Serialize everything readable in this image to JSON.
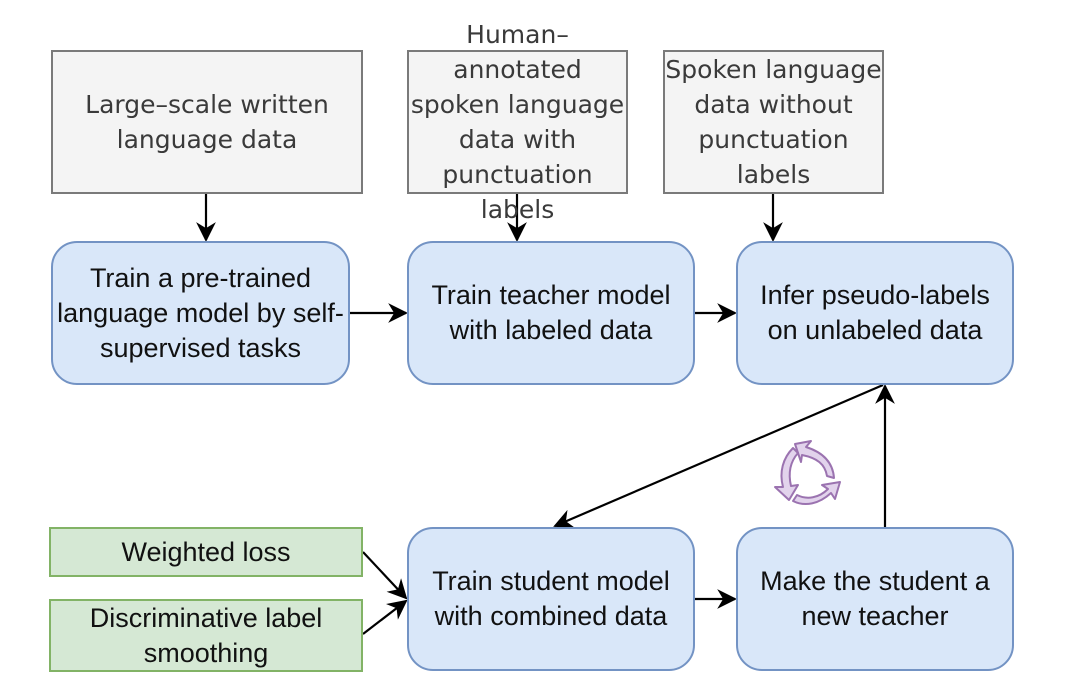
{
  "diagram": {
    "title": "Self-training pipeline for punctuation prediction",
    "colors": {
      "data_box_fill": "#f4f4f4",
      "data_box_border": "#7a7a7a",
      "process_box_fill": "#d9e7f9",
      "process_box_border": "#7393c4",
      "technique_box_fill": "#d5e8d4",
      "technique_box_border": "#82b366",
      "arrow": "#000000",
      "cycle_icon": "#9b73b0"
    },
    "data_sources": [
      {
        "id": "written-data",
        "label": "Large–scale written\nlanguage data"
      },
      {
        "id": "annotated-spoken-data",
        "label": "Human–annotated\nspoken language\ndata with\npunctuation labels"
      },
      {
        "id": "unlabeled-spoken-data",
        "label": "Spoken language\ndata without\npunctuation labels"
      }
    ],
    "process_steps": [
      {
        "id": "pretrain",
        "label": "Train a pre-trained\nlanguage model by self-\nsupervised tasks"
      },
      {
        "id": "train-teacher",
        "label": "Train teacher model\nwith labeled data"
      },
      {
        "id": "infer-pseudo-labels",
        "label": "Infer pseudo-labels\non unlabeled data"
      },
      {
        "id": "train-student",
        "label": "Train student model\nwith combined data"
      },
      {
        "id": "student-to-teacher",
        "label": "Make the student a\nnew teacher"
      }
    ],
    "techniques": [
      {
        "id": "weighted-loss",
        "label": "Weighted loss"
      },
      {
        "id": "label-smoothing",
        "label": "Discriminative label\nsmoothing"
      }
    ],
    "edges": [
      {
        "from": "written-data",
        "to": "pretrain"
      },
      {
        "from": "annotated-spoken-data",
        "to": "train-teacher"
      },
      {
        "from": "unlabeled-spoken-data",
        "to": "infer-pseudo-labels"
      },
      {
        "from": "pretrain",
        "to": "train-teacher"
      },
      {
        "from": "train-teacher",
        "to": "infer-pseudo-labels"
      },
      {
        "from": "infer-pseudo-labels",
        "to": "train-student"
      },
      {
        "from": "weighted-loss",
        "to": "train-student"
      },
      {
        "from": "label-smoothing",
        "to": "train-student"
      },
      {
        "from": "train-student",
        "to": "student-to-teacher"
      },
      {
        "from": "student-to-teacher",
        "to": "infer-pseudo-labels"
      }
    ],
    "cycle_icon": "recycle-icon"
  }
}
